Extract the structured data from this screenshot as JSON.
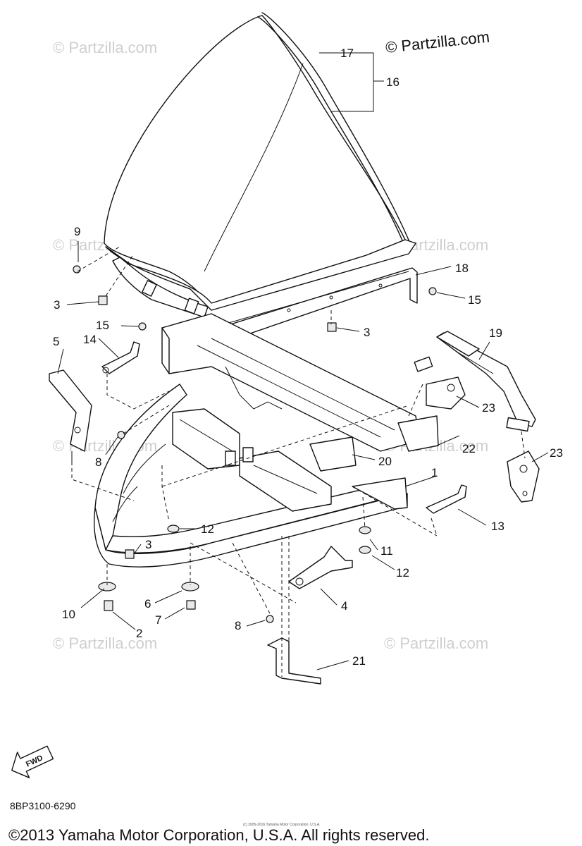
{
  "watermarks": {
    "main": "© Partzilla.com",
    "faint": "© Partzilla.com"
  },
  "part_numbers": [
    "1",
    "2",
    "3",
    "4",
    "5",
    "6",
    "7",
    "8",
    "9",
    "10",
    "11",
    "12",
    "13",
    "14",
    "15",
    "16",
    "17",
    "18",
    "19",
    "20",
    "21",
    "22",
    "23"
  ],
  "fwd_label": "FWD",
  "diagram_code": "8BP3100-6290",
  "tiny_copyright": "(c) 2005-2016 Yamaha Motor Corporation, U.S.A.",
  "copyright": "©2013 Yamaha Motor Corporation, U.S.A. All rights reserved."
}
